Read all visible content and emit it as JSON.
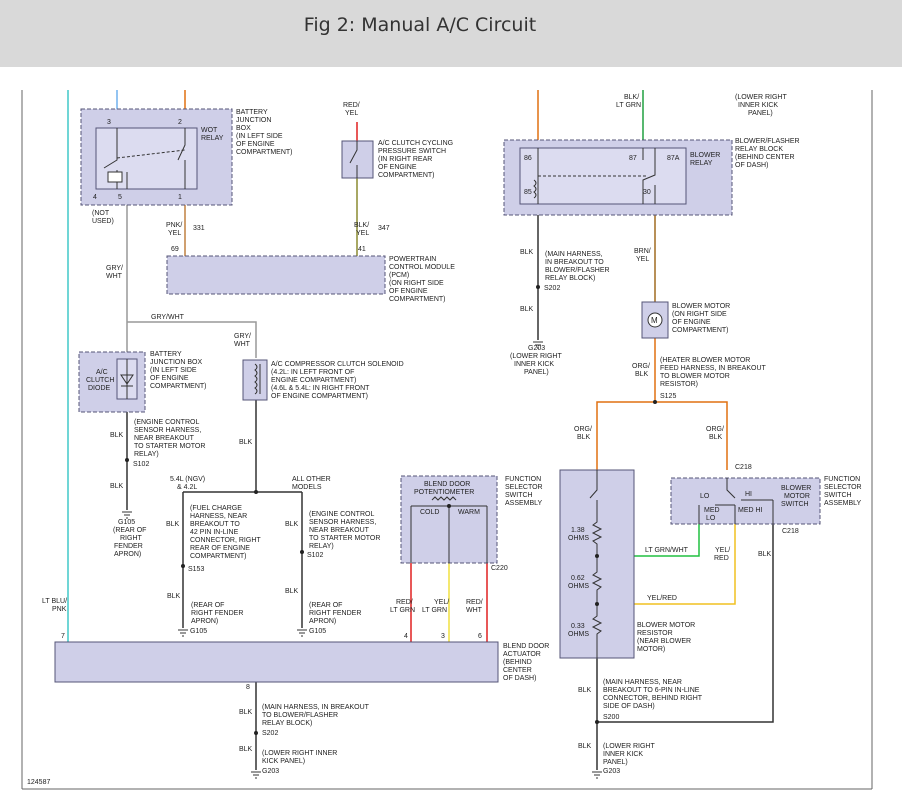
{
  "header": {
    "title": "Fig 2: Manual A/C Circuit"
  },
  "figure_id": "124587",
  "colors": {
    "box_fill": "#cfcfe8",
    "box_border": "#555577",
    "wire_orange": "#e07010",
    "wire_blue": "#6fb0ee",
    "wire_cyan": "#40c8c8",
    "wire_green": "#20a040",
    "wire_brown": "#a06a20",
    "wire_yellow": "#f0c020",
    "wire_red": "#e02020",
    "wire_gray": "#999999",
    "wire_black": "#333333",
    "wire_olive": "#8a8a30"
  },
  "components": {
    "battery_jb1": [
      "BATTERY",
      "JUNCTION",
      "BOX",
      "(IN LEFT SIDE",
      "OF ENGINE",
      "COMPARTMENT)"
    ],
    "wot_relay": [
      "WOT",
      "RELAY"
    ],
    "not_used": [
      "(NOT",
      "USED)"
    ],
    "ac_cycling_switch": [
      "A/C CLUTCH CYCLING",
      "PRESSURE SWITCH",
      "(IN RIGHT REAR",
      "OF ENGINE",
      "COMPARTMENT)"
    ],
    "pcm": [
      "POWERTRAIN",
      "CONTROL MODULE",
      "(PCM)",
      "(ON RIGHT SIDE",
      "OF ENGINE",
      "COMPARTMENT)"
    ],
    "battery_jb2": [
      "BATTERY",
      "JUNCTION BOX",
      "(IN LEFT SIDE",
      "OF ENGINE",
      "COMPARTMENT)"
    ],
    "ac_diode": [
      "A/C",
      "CLUTCH",
      "DIODE"
    ],
    "compressor_solenoid": [
      "A/C COMPRESSOR CLUTCH SOLENOID",
      "(4.2L: IN LEFT FRONT OF",
      "ENGINE COMPARTMENT)",
      "(4.6L & 5.4L: IN RIGHT FRONT",
      "OF ENGINE COMPARTMENT)"
    ],
    "ecs_harness_1": [
      "(ENGINE CONTROL",
      "SENSOR HARNESS,",
      "NEAR BREAKOUT",
      "TO STARTER MOTOR",
      "RELAY)"
    ],
    "g105_rear": [
      "G105",
      "(REAR OF",
      "RIGHT",
      "FENDER",
      "APRON)"
    ],
    "model_54": [
      "5.4L (NGV)",
      "& 4.2L"
    ],
    "model_other": [
      "ALL OTHER",
      "MODELS"
    ],
    "fuel_harness": [
      "(FUEL CHARGE",
      "HARNESS, NEAR",
      "BREAKOUT TO",
      "42 PIN IN-LINE",
      "CONNECTOR, RIGHT",
      "REAR OF ENGINE",
      "COMPARTMENT)"
    ],
    "ecs_harness_2": [
      "(ENGINE CONTROL",
      "SENSOR HARNESS,",
      "NEAR BREAKOUT",
      "TO STARTER MOTOR",
      "RELAY)"
    ],
    "rear_fender_1": [
      "(REAR OF",
      "RIGHT FENDER",
      "APRON)"
    ],
    "rear_fender_2": [
      "(REAR OF",
      "RIGHT FENDER",
      "APRON)"
    ],
    "blend_pot": [
      "BLEND DOOR",
      "POTENTIOMETER"
    ],
    "fss_assembly": [
      "FUNCTION",
      "SELECTOR",
      "SWITCH",
      "ASSEMBLY"
    ],
    "blend_actuator": [
      "BLEND DOOR",
      "ACTUATOR",
      "(BEHIND",
      "CENTER",
      "OF DASH)"
    ],
    "main_harness_bottom": [
      "(MAIN HARNESS, IN BREAKOUT",
      "TO BLOWER/FLASHER",
      "RELAY BLOCK)"
    ],
    "lower_kick_bottom": [
      "(LOWER RIGHT INNER",
      "KICK PANEL)"
    ],
    "lower_kick_top": [
      "(LOWER RIGHT",
      "INNER KICK",
      "PANEL)"
    ],
    "blower_relay_block": [
      "BLOWER/FLASHER",
      "RELAY BLOCK",
      "(BEHIND CENTER",
      "OF DASH)"
    ],
    "blower_relay": [
      "BLOWER",
      "RELAY"
    ],
    "main_harness_relay": [
      "(MAIN HARNESS,",
      "IN BREAKOUT TO",
      "BLOWER/FLASHER",
      "RELAY BLOCK)"
    ],
    "g203_left": [
      "G203",
      "(LOWER RIGHT",
      "INNER KICK",
      "PANEL)"
    ],
    "blower_motor": [
      "BLOWER MOTOR",
      "(ON RIGHT SIDE",
      "OF ENGINE",
      "COMPARTMENT)"
    ],
    "heater_feed": [
      "(HEATER BLOWER MOTOR",
      "FEED HARNESS, IN BREAKOUT",
      "TO BLOWER MOTOR",
      "RESISTOR)"
    ],
    "fss_assembly_2": [
      "FUNCTION",
      "SELECTOR",
      "SWITCH",
      "ASSEMBLY"
    ],
    "blower_motor_switch": [
      "BLOWER",
      "MOTOR",
      "SWITCH"
    ],
    "blower_resistor": [
      "BLOWER MOTOR",
      "RESISTOR",
      "(NEAR BLOWER",
      "MOTOR)"
    ],
    "main_harness_s200": [
      "(MAIN HARNESS, NEAR",
      "BREAKOUT TO 6-PIN IN-LINE",
      "CONNECTOR, BEHIND RIGHT",
      "SIDE OF DASH)"
    ],
    "lower_kick_right": [
      "(LOWER RIGHT",
      "INNER KICK",
      "PANEL)"
    ]
  },
  "wire_labels": {
    "pnk_yel": [
      "PNK/",
      "YEL"
    ],
    "gry_wht_1": [
      "GRY/",
      "WHT"
    ],
    "gry_wht_top": "GRY/WHT",
    "gry_wht_2": [
      "GRY/",
      "WHT"
    ],
    "red_yel": [
      "RED/",
      "YEL"
    ],
    "blk_yel": [
      "BLK/",
      "YEL"
    ],
    "blk": "BLK",
    "lt_blu_pnk": [
      "LT BLU/",
      "PNK"
    ],
    "red_ltgrn": [
      "RED/",
      "LT GRN"
    ],
    "yel_ltgrn": [
      "YEL/",
      "LT GRN"
    ],
    "red_wht": [
      "RED/",
      "WHT"
    ],
    "blk_ltgrn": [
      "BLK/",
      "LT GRN"
    ],
    "brn_yel": [
      "BRN/",
      "YEL"
    ],
    "org_blk": [
      "ORG/",
      "BLK"
    ],
    "lt_grn_wht": "LT GRN/WHT",
    "yel_red_h": "YEL/RED",
    "yel_red_v": [
      "YEL/",
      "RED"
    ]
  },
  "circuits": {
    "c331": "331",
    "c347": "347",
    "p69": "69",
    "p41": "41",
    "p7": "7",
    "p4": "4",
    "p3": "3",
    "p6": "6",
    "p8": "8"
  },
  "pins": {
    "p3": "3",
    "p2": "2",
    "p4": "4",
    "p5": "5",
    "p1": "1",
    "p86": "86",
    "p87": "87",
    "p87a": "87A",
    "p85": "85",
    "p30": "30"
  },
  "splices": {
    "s102a": "S102",
    "s102b": "S102",
    "s153": "S153",
    "s202a": "S202",
    "s202b": "S202",
    "s125": "S125",
    "s200": "S200"
  },
  "grounds": {
    "g105a": "G105",
    "g105b": "G105",
    "g203a": "G203",
    "g203b": "G203"
  },
  "connectors": {
    "c220": "C220",
    "c218a": "C218",
    "c218b": "C218"
  },
  "resistances": {
    "r1": [
      "1.38",
      "OHMS"
    ],
    "r2": [
      "0.62",
      "OHMS"
    ],
    "r3": [
      "0.33",
      "OHMS"
    ]
  },
  "switch_positions": {
    "cold": "COLD",
    "warm": "WARM",
    "lo": "LO",
    "hi": "HI",
    "med_lo": [
      "MED",
      "LO"
    ],
    "med_hi": "MED HI"
  }
}
